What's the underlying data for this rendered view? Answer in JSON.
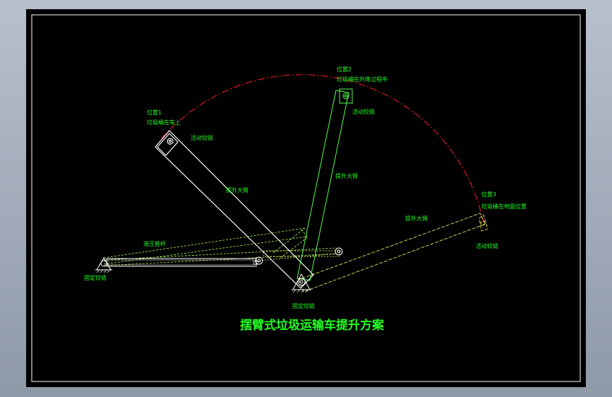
{
  "title": "摆臂式垃圾运输车提升方案",
  "position1": {
    "name": "位置1",
    "desc": "垃圾桶在车上"
  },
  "position2": {
    "name": "位置2",
    "desc": "垃圾桶在升降过程中"
  },
  "position3": {
    "name": "位置3",
    "desc": "垃圾桶在地面位置"
  },
  "labels": {
    "movable_hinge": "活动铰链",
    "lift_arm": "提升大臂",
    "hydraulic_rod": "液压推杆",
    "fixed_hinge": "固定铰链"
  },
  "colors": {
    "background": "#000000",
    "frame": "#ffffff",
    "label": "#22ff22",
    "arc": "#ff2020",
    "arm_pos3": "#ffff66",
    "hydraulic": "#aaff55"
  }
}
